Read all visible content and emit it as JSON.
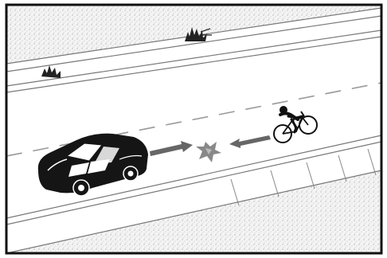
{
  "diagram": {
    "kind": "road-collision-illustration",
    "frame_color": "#111111",
    "road_color": "#ffffff",
    "verge_color": "#f2f2f2",
    "ink": "#111111",
    "arrow_color": "#666666",
    "impact_color": "#888888",
    "elements": [
      {
        "id": "car",
        "label": "",
        "icon": "car-icon"
      },
      {
        "id": "bicycle",
        "label": "",
        "icon": "cyclist-icon"
      },
      {
        "id": "car-direction",
        "label": "",
        "icon": "arrow-right-icon"
      },
      {
        "id": "bicycle-direction",
        "label": "",
        "icon": "arrow-left-icon"
      },
      {
        "id": "impact",
        "label": "",
        "icon": "impact-burst-icon"
      },
      {
        "id": "bushes",
        "label": "",
        "icon": "bush-icon"
      }
    ]
  }
}
